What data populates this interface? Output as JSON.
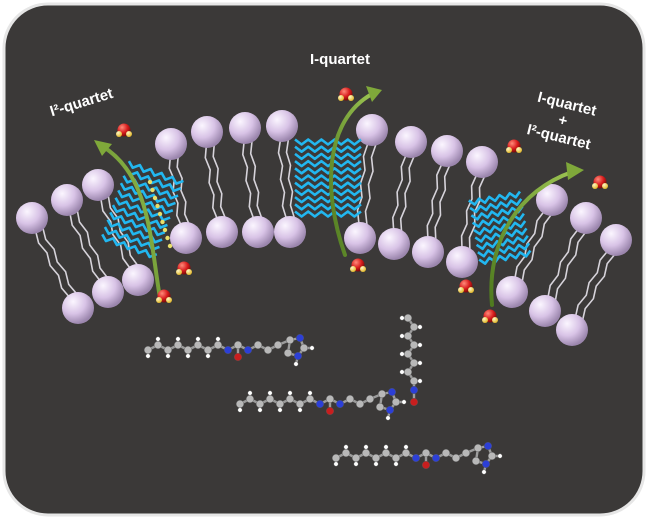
{
  "figure": {
    "labels": {
      "l2_quartet": "I²-quartet",
      "i_quartet": "I-quartet",
      "combined_top": "I-quartet",
      "combined_plus": "+",
      "combined_bottom": "I²-quartet"
    },
    "colors": {
      "background_panel": "#3b3938",
      "lipid_head": "#d8c3e6",
      "lipid_tail": "#e8e4ec",
      "water_channel": "#22b7f0",
      "transport_arrow": "#7fa83a",
      "water_oxygen": "#d81c1c",
      "water_hydrogen": "#f2d24a",
      "carbon_atom": "#b8b8b8",
      "nitrogen_atom": "#2c3fd6",
      "oxygen_atom": "#c81e1e",
      "hydrogen_atom": "#ffffff"
    },
    "icons": [
      "water-molecule-icon",
      "transport-arrow-icon",
      "lipid-molecule-icon",
      "imidazole-molecule-icon"
    ]
  }
}
